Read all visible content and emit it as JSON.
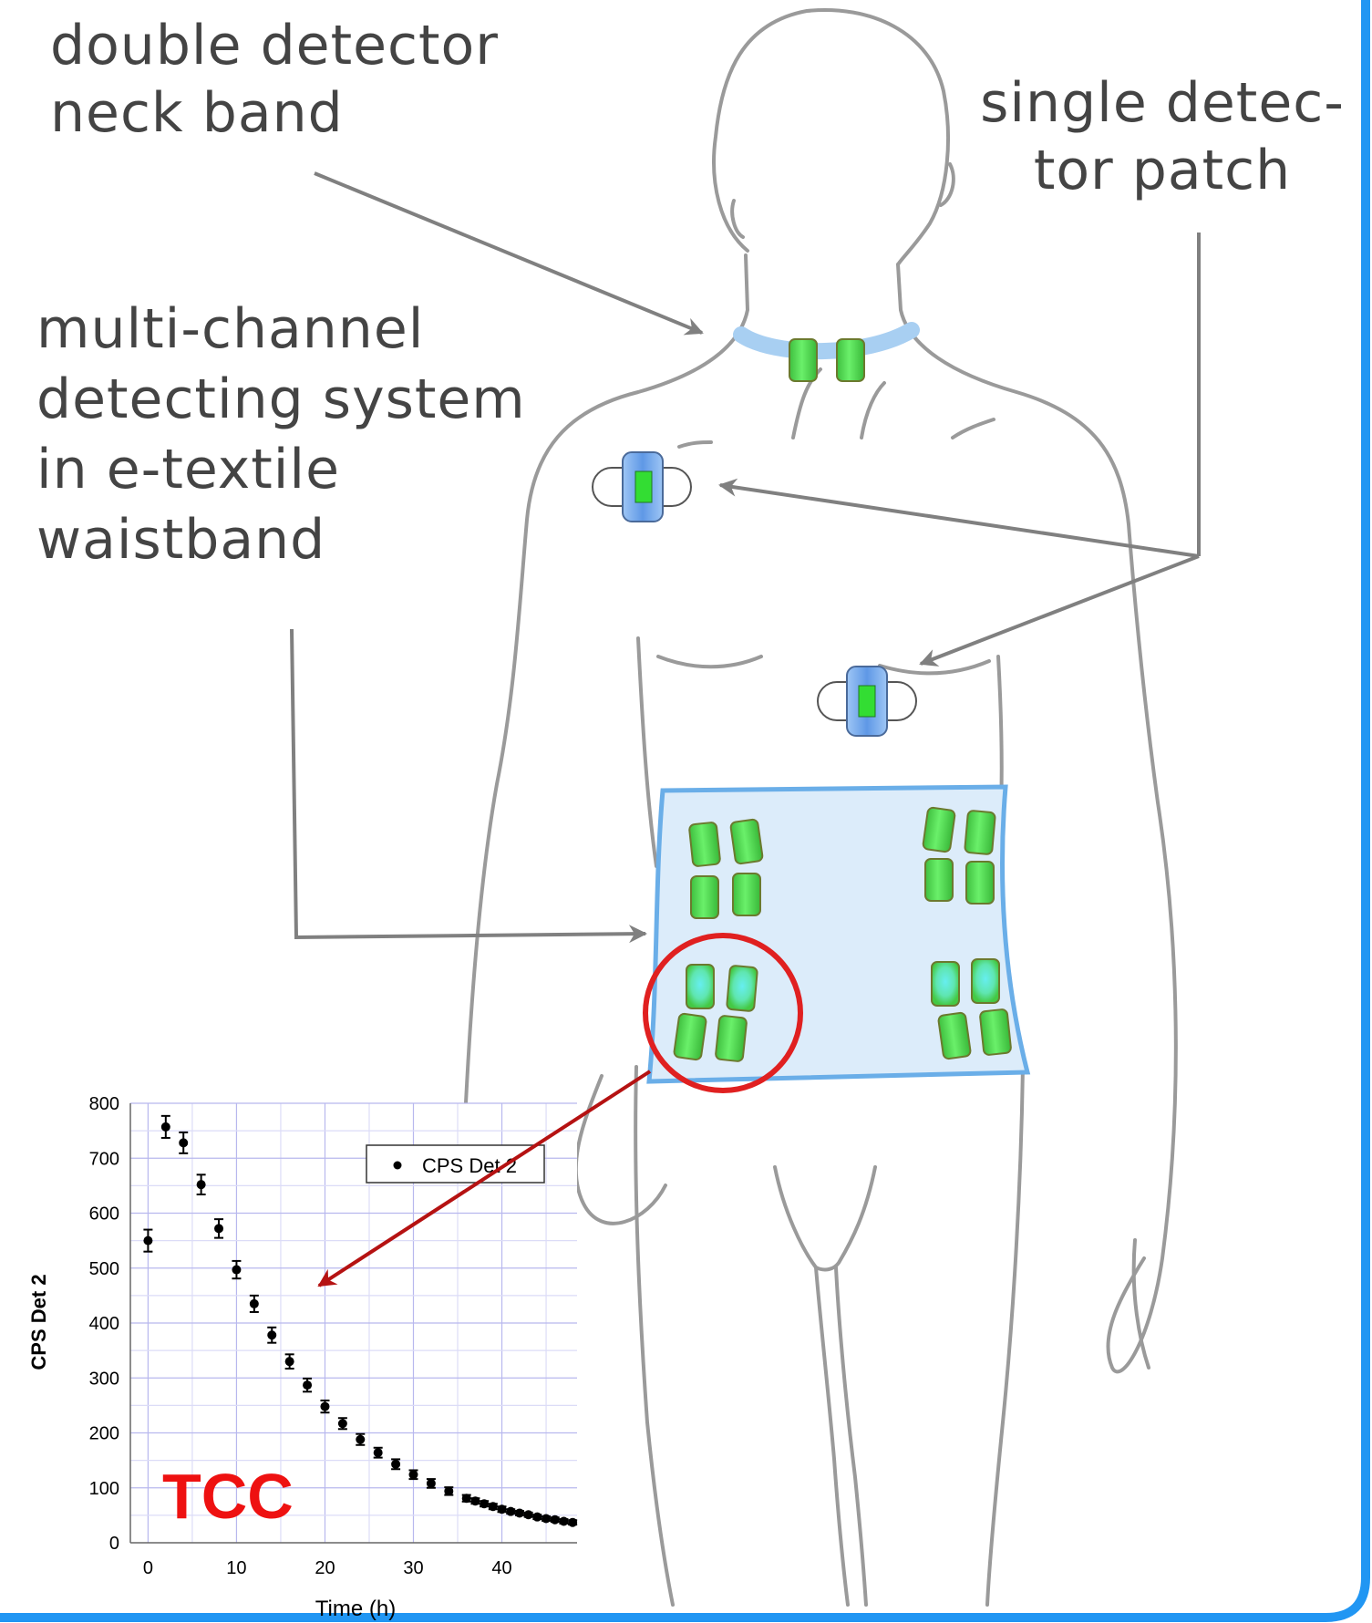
{
  "labels": {
    "neck_band": [
      "double detector",
      "neck band"
    ],
    "patch": [
      "single detec-",
      "tor patch"
    ],
    "waistband": [
      "multi-channel",
      "detecting system",
      "in e-textile",
      "waistband"
    ]
  },
  "colors": {
    "frame": "#2196F3",
    "body_outline": "#9a9a9a",
    "leader_arrow": "#808080",
    "band": "#a8cff2",
    "waistband_fill": "#dcecfa",
    "waistband_edge": "#6aaee8",
    "detector": "#5ce65c",
    "highlight_circle": "#e02020",
    "highlight_arrow": "#b51212",
    "logo": "#ee1111"
  },
  "icons": {
    "neck_detectors": "detector-cylinder-icon",
    "patch": "patch-detector-icon",
    "waistband_detectors": "detector-cylinder-icon"
  },
  "chart_data": {
    "type": "scatter",
    "xlabel": "Time (h)",
    "ylabel": "CPS Det 2",
    "xlim": [
      -2,
      48.5
    ],
    "ylim": [
      0,
      800
    ],
    "xticks": [
      0,
      10,
      20,
      30,
      40
    ],
    "yticks": [
      0,
      100,
      200,
      300,
      400,
      500,
      600,
      700,
      800
    ],
    "grid": true,
    "legend": "top-right",
    "logo_text": "TCC",
    "series": [
      {
        "name": "CPS Det 2",
        "error_bars": true,
        "x": [
          0,
          2,
          4,
          6,
          8,
          10,
          12,
          14,
          16,
          18,
          20,
          22,
          24,
          26,
          28,
          30,
          32,
          34,
          36,
          37,
          38,
          39,
          40,
          41,
          42,
          43,
          44,
          45,
          46,
          47,
          48
        ],
        "y": [
          550,
          757,
          728,
          652,
          572,
          497,
          435,
          378,
          330,
          287,
          248,
          217,
          188,
          164,
          143,
          124,
          108,
          94,
          81,
          76,
          71,
          66,
          61,
          57,
          54,
          51,
          47,
          44,
          42,
          39,
          37
        ],
        "err": [
          20,
          20,
          19,
          18,
          17,
          16,
          15,
          14,
          13,
          12,
          11,
          10,
          10,
          9,
          9,
          8,
          8,
          7,
          6,
          5,
          5,
          5,
          5,
          4,
          4,
          4,
          4,
          4,
          4,
          4,
          4
        ]
      }
    ]
  }
}
